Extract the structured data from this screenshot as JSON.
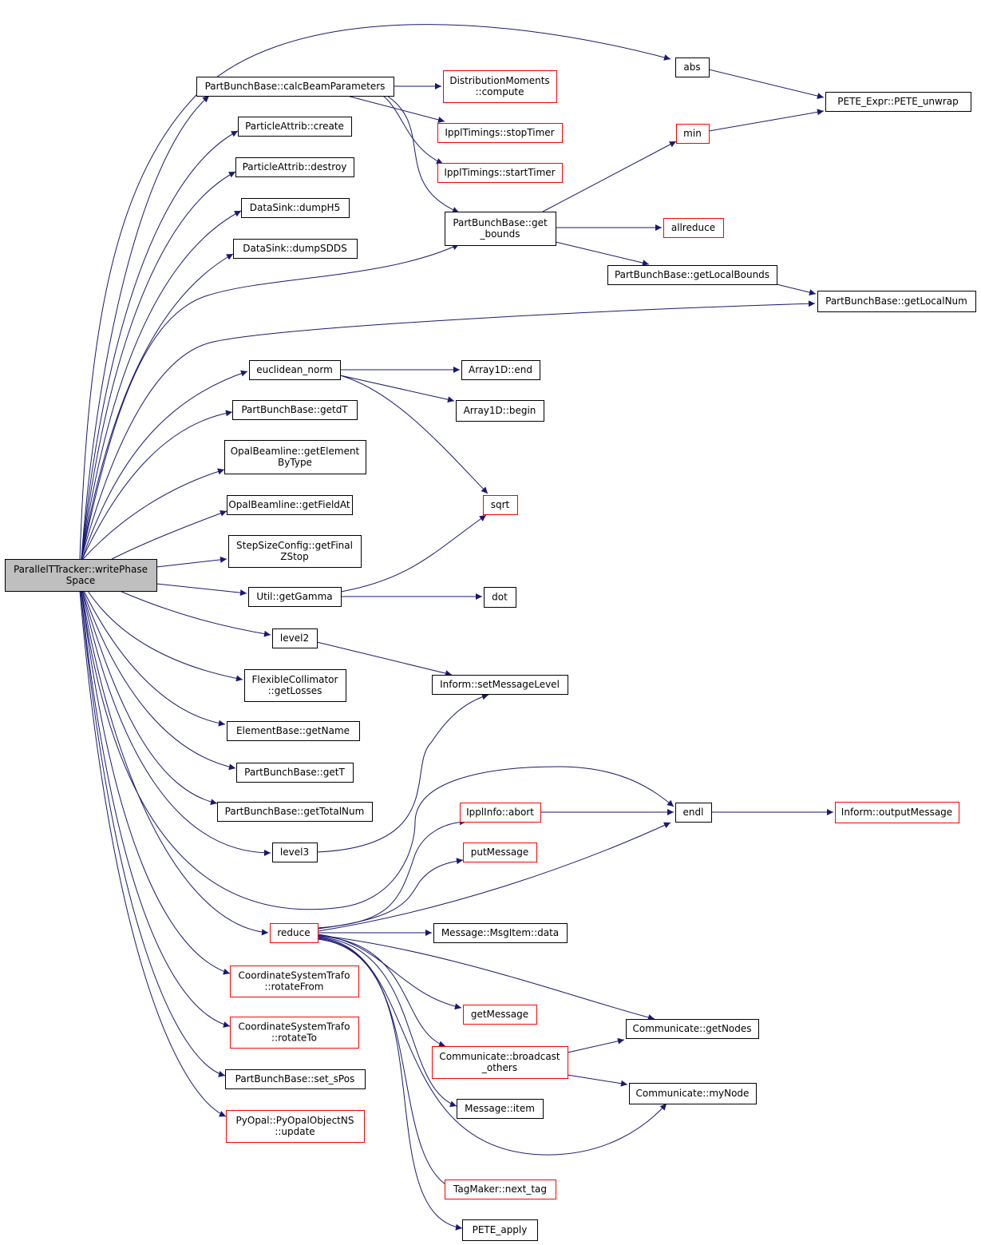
{
  "colors": {
    "edge": "#191970",
    "root_fill": "#bfbfbf",
    "normal_border": "#000000",
    "truncated_border": "#ff0000",
    "background": "#ffffff"
  },
  "nodes": {
    "root": {
      "lines": [
        "ParallelTTracker::writePhase",
        "Space"
      ],
      "style": "root"
    },
    "abs": {
      "lines": [
        "abs"
      ],
      "style": "normal"
    },
    "calcBeam": {
      "lines": [
        "PartBunchBase::calcBeamParameters"
      ],
      "style": "normal"
    },
    "distMoments": {
      "lines": [
        "DistributionMoments",
        "::compute"
      ],
      "style": "truncated"
    },
    "peteUnwrap": {
      "lines": [
        "PETE_Expr::PETE_unwrap"
      ],
      "style": "normal"
    },
    "create": {
      "lines": [
        "ParticleAttrib::create"
      ],
      "style": "normal"
    },
    "stopTimer": {
      "lines": [
        "IpplTimings::stopTimer"
      ],
      "style": "truncated"
    },
    "min": {
      "lines": [
        "min"
      ],
      "style": "truncated"
    },
    "destroy": {
      "lines": [
        "ParticleAttrib::destroy"
      ],
      "style": "normal"
    },
    "startTimer": {
      "lines": [
        "IpplTimings::startTimer"
      ],
      "style": "truncated"
    },
    "dumpH5": {
      "lines": [
        "DataSink::dumpH5"
      ],
      "style": "normal"
    },
    "getBounds": {
      "lines": [
        "PartBunchBase::get",
        "_bounds"
      ],
      "style": "normal"
    },
    "allreduce": {
      "lines": [
        "allreduce"
      ],
      "style": "truncated"
    },
    "dumpSDDS": {
      "lines": [
        "DataSink::dumpSDDS"
      ],
      "style": "normal"
    },
    "getLocalBounds": {
      "lines": [
        "PartBunchBase::getLocalBounds"
      ],
      "style": "normal"
    },
    "getLocalNum": {
      "lines": [
        "PartBunchBase::getLocalNum"
      ],
      "style": "normal"
    },
    "euclid": {
      "lines": [
        "euclidean_norm"
      ],
      "style": "normal"
    },
    "a1dEnd": {
      "lines": [
        "Array1D::end"
      ],
      "style": "normal"
    },
    "getdT": {
      "lines": [
        "PartBunchBase::getdT"
      ],
      "style": "normal"
    },
    "a1dBegin": {
      "lines": [
        "Array1D::begin"
      ],
      "style": "normal"
    },
    "getElementByType": {
      "lines": [
        "OpalBeamline::getElement",
        "ByType"
      ],
      "style": "normal"
    },
    "getFieldAt": {
      "lines": [
        "OpalBeamline::getFieldAt"
      ],
      "style": "normal"
    },
    "sqrt": {
      "lines": [
        "sqrt"
      ],
      "style": "truncated"
    },
    "getFinalZStop": {
      "lines": [
        "StepSizeConfig::getFinal",
        "ZStop"
      ],
      "style": "normal"
    },
    "getGamma": {
      "lines": [
        "Util::getGamma"
      ],
      "style": "normal"
    },
    "dot": {
      "lines": [
        "dot"
      ],
      "style": "normal"
    },
    "level2": {
      "lines": [
        "level2"
      ],
      "style": "normal"
    },
    "getLosses": {
      "lines": [
        "FlexibleCollimator",
        "::getLosses"
      ],
      "style": "normal"
    },
    "setMessageLevel": {
      "lines": [
        "Inform::setMessageLevel"
      ],
      "style": "normal"
    },
    "getName": {
      "lines": [
        "ElementBase::getName"
      ],
      "style": "normal"
    },
    "getT": {
      "lines": [
        "PartBunchBase::getT"
      ],
      "style": "normal"
    },
    "getTotalNum": {
      "lines": [
        "PartBunchBase::getTotalNum"
      ],
      "style": "normal"
    },
    "ipplAbort": {
      "lines": [
        "IpplInfo::abort"
      ],
      "style": "truncated"
    },
    "endl": {
      "lines": [
        "endl"
      ],
      "style": "normal"
    },
    "outputMessage": {
      "lines": [
        "Inform::outputMessage"
      ],
      "style": "truncated"
    },
    "level3": {
      "lines": [
        "level3"
      ],
      "style": "normal"
    },
    "putMessage": {
      "lines": [
        "putMessage"
      ],
      "style": "truncated"
    },
    "reduce": {
      "lines": [
        "reduce"
      ],
      "style": "truncated"
    },
    "msgData": {
      "lines": [
        "Message::MsgItem::data"
      ],
      "style": "normal"
    },
    "rotateFrom": {
      "lines": [
        "CoordinateSystemTrafo",
        "::rotateFrom"
      ],
      "style": "truncated"
    },
    "getMessage": {
      "lines": [
        "getMessage"
      ],
      "style": "truncated"
    },
    "getNodes": {
      "lines": [
        "Communicate::getNodes"
      ],
      "style": "normal"
    },
    "rotateTo": {
      "lines": [
        "CoordinateSystemTrafo",
        "::rotateTo"
      ],
      "style": "truncated"
    },
    "broadcastOthers": {
      "lines": [
        "Communicate::broadcast",
        "_others"
      ],
      "style": "truncated"
    },
    "setSPos": {
      "lines": [
        "PartBunchBase::set_sPos"
      ],
      "style": "normal"
    },
    "myNode": {
      "lines": [
        "Communicate::myNode"
      ],
      "style": "normal"
    },
    "msgItem": {
      "lines": [
        "Message::item"
      ],
      "style": "normal"
    },
    "pyUpdate": {
      "lines": [
        "PyOpal::PyOpalObjectNS",
        "::update"
      ],
      "style": "truncated"
    },
    "nextTag": {
      "lines": [
        "TagMaker::next_tag"
      ],
      "style": "truncated"
    },
    "peteApply": {
      "lines": [
        "PETE_apply"
      ],
      "style": "normal"
    }
  },
  "edges": [
    [
      "root",
      "abs"
    ],
    [
      "root",
      "calcBeam"
    ],
    [
      "root",
      "create"
    ],
    [
      "root",
      "destroy"
    ],
    [
      "root",
      "dumpH5"
    ],
    [
      "root",
      "dumpSDDS"
    ],
    [
      "root",
      "getBounds"
    ],
    [
      "root",
      "getLocalNum"
    ],
    [
      "root",
      "euclid"
    ],
    [
      "root",
      "getdT"
    ],
    [
      "root",
      "getElementByType"
    ],
    [
      "root",
      "getFieldAt"
    ],
    [
      "root",
      "getFinalZStop"
    ],
    [
      "root",
      "getGamma"
    ],
    [
      "root",
      "level2"
    ],
    [
      "root",
      "getLosses"
    ],
    [
      "root",
      "getName"
    ],
    [
      "root",
      "getT"
    ],
    [
      "root",
      "getTotalNum"
    ],
    [
      "root",
      "level3"
    ],
    [
      "root",
      "endl"
    ],
    [
      "root",
      "reduce"
    ],
    [
      "root",
      "rotateFrom"
    ],
    [
      "root",
      "rotateTo"
    ],
    [
      "root",
      "setSPos"
    ],
    [
      "root",
      "pyUpdate"
    ],
    [
      "calcBeam",
      "distMoments"
    ],
    [
      "calcBeam",
      "stopTimer"
    ],
    [
      "calcBeam",
      "startTimer"
    ],
    [
      "calcBeam",
      "getBounds"
    ],
    [
      "abs",
      "peteUnwrap"
    ],
    [
      "min",
      "peteUnwrap"
    ],
    [
      "getBounds",
      "min"
    ],
    [
      "getBounds",
      "allreduce"
    ],
    [
      "getBounds",
      "getLocalBounds"
    ],
    [
      "getLocalBounds",
      "getLocalNum"
    ],
    [
      "euclid",
      "a1dEnd"
    ],
    [
      "euclid",
      "a1dBegin"
    ],
    [
      "euclid",
      "sqrt"
    ],
    [
      "getGamma",
      "sqrt"
    ],
    [
      "getGamma",
      "dot"
    ],
    [
      "level2",
      "setMessageLevel"
    ],
    [
      "level3",
      "setMessageLevel"
    ],
    [
      "ipplAbort",
      "endl"
    ],
    [
      "endl",
      "outputMessage"
    ],
    [
      "reduce",
      "ipplAbort"
    ],
    [
      "reduce",
      "putMessage"
    ],
    [
      "reduce",
      "endl"
    ],
    [
      "reduce",
      "msgData"
    ],
    [
      "reduce",
      "getMessage"
    ],
    [
      "reduce",
      "getNodes"
    ],
    [
      "reduce",
      "broadcastOthers"
    ],
    [
      "reduce",
      "msgItem"
    ],
    [
      "reduce",
      "myNode"
    ],
    [
      "reduce",
      "nextTag"
    ],
    [
      "reduce",
      "peteApply"
    ],
    [
      "broadcastOthers",
      "getNodes"
    ],
    [
      "broadcastOthers",
      "myNode"
    ]
  ]
}
